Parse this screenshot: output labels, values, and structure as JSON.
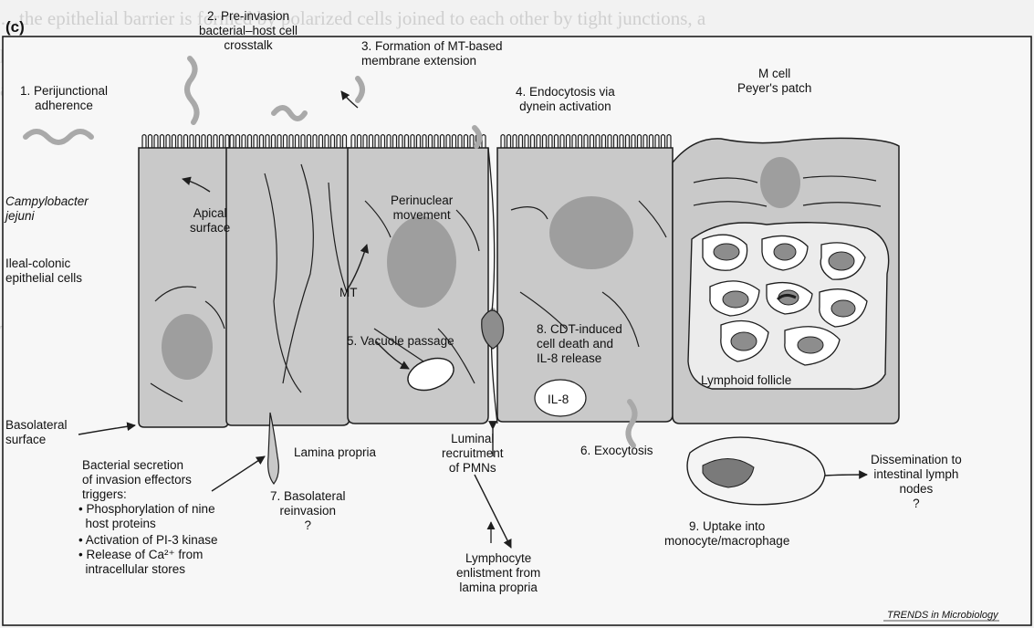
{
  "panel_label": "(c)",
  "labels": {
    "step1": "1. Perijunctional\nadherence",
    "step2": "2. Pre-invasion\nbacterial–host cell\ncrosstalk",
    "step3": "3. Formation of MT-based\nmembrane extension",
    "step4": "4. Endocytosis via\ndynein activation",
    "m_cell": "M cell\nPeyer's patch",
    "campylobacter": "Campylobacter\njejuni",
    "apical": "Apical\nsurface",
    "perinuclear": "Perinuclear\nmovement",
    "ileal": "Ileal-colonic\nepithelial cells",
    "mt": "MT",
    "step5": "5. Vacuole passage",
    "step8": "8. CDT-induced\ncell death and\nIL-8 release",
    "lymphoid": "Lymphoid follicle",
    "il8": "IL-8",
    "basolateral": "Basolateral\nsurface",
    "lamina": "Lamina propria",
    "luminal": "Luminal\nrecruitment\nof PMNs",
    "step6": "6. Exocytosis",
    "dissemination": "Dissemination to\nintestinal lymph\nnodes\n?",
    "step7": "7. Basolateral\nreinvasion\n?",
    "step9": "9. Uptake into\nmonocyte/macrophage",
    "lymphocyte": "Lymphocyte\nenlistment from\nlamina propria",
    "secretion_title": "Bacterial secretion\nof invasion effectors\ntriggers:",
    "bullet1": "• Phosphorylation of nine\n  host proteins",
    "bullet2": "• Activation of PI-3 kinase",
    "bullet3": "• Release of Ca²⁺ from\n  intracellular stores",
    "source": "TRENDS in Microbiology"
  },
  "colors": {
    "cell_fill": "#c9c9c9",
    "nucleus": "#9e9e9e",
    "bacteria": "#a9a9a9",
    "outline": "#1e1e1e",
    "background": "#f2f2f2"
  }
}
